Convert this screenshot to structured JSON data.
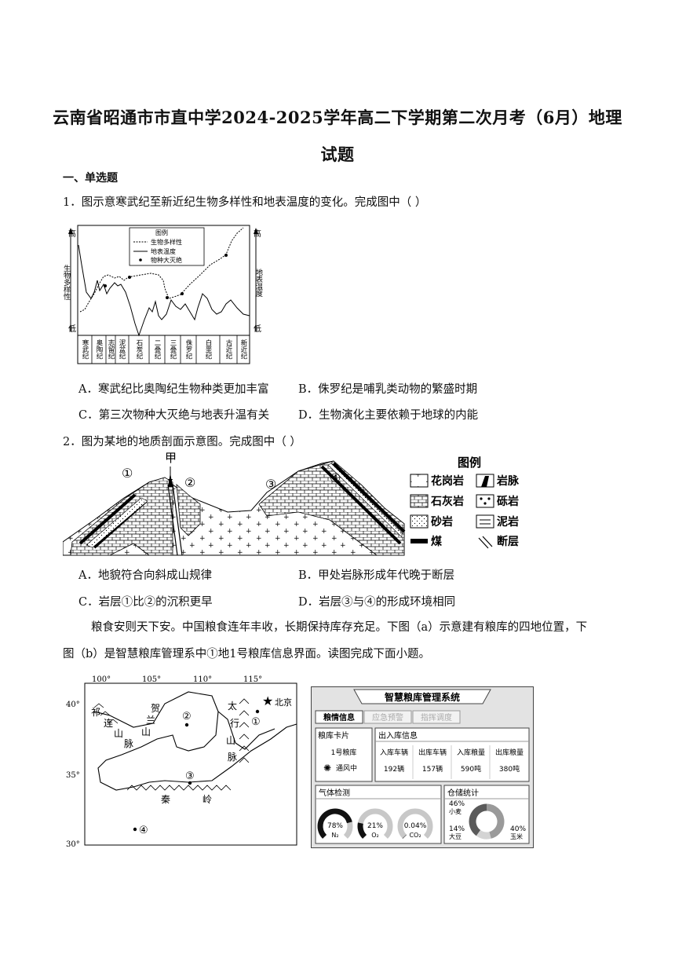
{
  "title_line1": "云南省昭通市市直中学2024-2025学年高二下学期第二次月考（6月）地理",
  "title_line2": "试题",
  "section": "一、单选题",
  "q1": {
    "stem": "1．图示意寒武纪至新近纪生物多样性和地表温度的变化。完成图中（    ）",
    "chart": {
      "legend_title": "图例",
      "legend_items": [
        "生物多样性",
        "地表温度",
        "物种大灭绝"
      ],
      "y_left_high": "高",
      "y_left_low": "低",
      "y_left_label": "生物多样性",
      "y_right_high": "高",
      "y_right_low": "低",
      "y_right_label": "地表温度",
      "periods": [
        "寒武纪",
        "奥陶纪",
        "志留纪",
        "泥盆纪",
        "石炭纪",
        "二叠纪",
        "三叠纪",
        "侏罗纪",
        "白垩纪",
        "古近纪",
        "新近纪"
      ]
    },
    "options": {
      "A": "A．寒武纪比奥陶纪生物种类更加丰富",
      "B": "B．侏罗纪是哺乳类动物的繁盛时期",
      "C": "C．第三次物种大灭绝与地表升温有关",
      "D": "D．生物演化主要依赖于地球的内能"
    }
  },
  "q2": {
    "stem": "2．图为某地的地质剖面示意图。完成图中（    ）",
    "figure": {
      "label_jia": "甲",
      "labels": [
        "①",
        "②",
        "③",
        "④"
      ],
      "legend_title": "图例",
      "legend": [
        "花岗岩",
        "岩脉",
        "石灰岩",
        "砾岩",
        "砂岩",
        "泥岩",
        "煤",
        "断层"
      ]
    },
    "options": {
      "A": "A．地貌符合向斜成山规律",
      "B": "B．甲处岩脉形成年代晚于断层",
      "C": "C．岩层①比②的沉积更早",
      "D": "D．岩层③与④的形成环境相同"
    }
  },
  "para": {
    "line1": "粮食安则天下安。中国粮食连年丰收，长期保持库存充足。下图（a）示意建有粮库的四地位置，下",
    "line2": "图（b）是智慧粮库管理系中①地1号粮库信息界面。读图完成下面小题。"
  },
  "map": {
    "lon_labels": [
      "100°",
      "105°",
      "110°",
      "115°"
    ],
    "lat_labels": [
      "40°",
      "35°",
      "30°"
    ],
    "beijing": "北京",
    "site_labels": [
      "①",
      "②",
      "③",
      "④"
    ],
    "qilian": [
      "祁",
      "连",
      "山",
      "脉"
    ],
    "helan": [
      "贺",
      "兰",
      "山"
    ],
    "taihang": [
      "太",
      "行",
      "山",
      "脉"
    ],
    "qinling": [
      "秦",
      "岭"
    ]
  },
  "system": {
    "title": "智慧粮库管理系统",
    "tabs": [
      "粮情信息",
      "应急预警",
      "指挥调度"
    ],
    "card_title": "粮库卡片",
    "card_name": "1号粮库",
    "card_status": "通风中",
    "io_title": "出入库信息",
    "io_headers": [
      "入库车辆",
      "出库车辆",
      "入库粮量",
      "出库粮量"
    ],
    "io_values": [
      "192辆",
      "157辆",
      "590吨",
      "380吨"
    ],
    "gas_title": "气体检测",
    "gases": [
      {
        "label": "N₂",
        "value_text": "78%",
        "value": 0.78
      },
      {
        "label": "O₂",
        "value_text": "21%",
        "value": 0.21
      },
      {
        "label": "CO₂",
        "value_text": "0.04%",
        "value": 0.0004
      }
    ],
    "storage_title": "仓储统计",
    "storage": [
      {
        "label": "小麦",
        "value_text": "46%",
        "value": 46
      },
      {
        "label": "大豆",
        "value_text": "14%",
        "value": 14
      },
      {
        "label": "玉米",
        "value_text": "40%",
        "value": 40
      }
    ]
  }
}
